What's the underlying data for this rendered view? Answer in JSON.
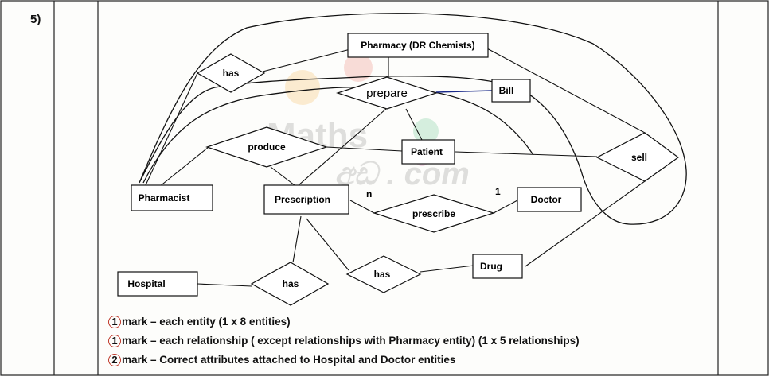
{
  "question_number": "5)",
  "watermark": {
    "line1": "Maths",
    "line2": "අඩ . com"
  },
  "entities": {
    "pharmacy": "Pharmacy (DR Chemists)",
    "bill": "Bill",
    "patient": "Patient",
    "pharmacist": "Pharmacist",
    "prescription": "Prescription",
    "doctor": "Doctor",
    "hospital": "Hospital",
    "drug": "Drug"
  },
  "relationships": {
    "has_pharmacy": "has",
    "prepare": "prepare",
    "produce": "produce",
    "sell": "sell",
    "prescribe": "prescribe",
    "has_hospital": "has",
    "has_drug": "has"
  },
  "cardinality": {
    "prescription_side": "n",
    "doctor_side": "1"
  },
  "marking": [
    {
      "mark": "1",
      "text": "mark – each entity (1 x 8 entities)"
    },
    {
      "mark": "1",
      "text": "mark – each relationship ( except relationships with Pharmacy entity) (1 x 5 relationships)"
    },
    {
      "mark": "2",
      "text": "mark – Correct attributes attached to Hospital and Doctor entities"
    }
  ]
}
